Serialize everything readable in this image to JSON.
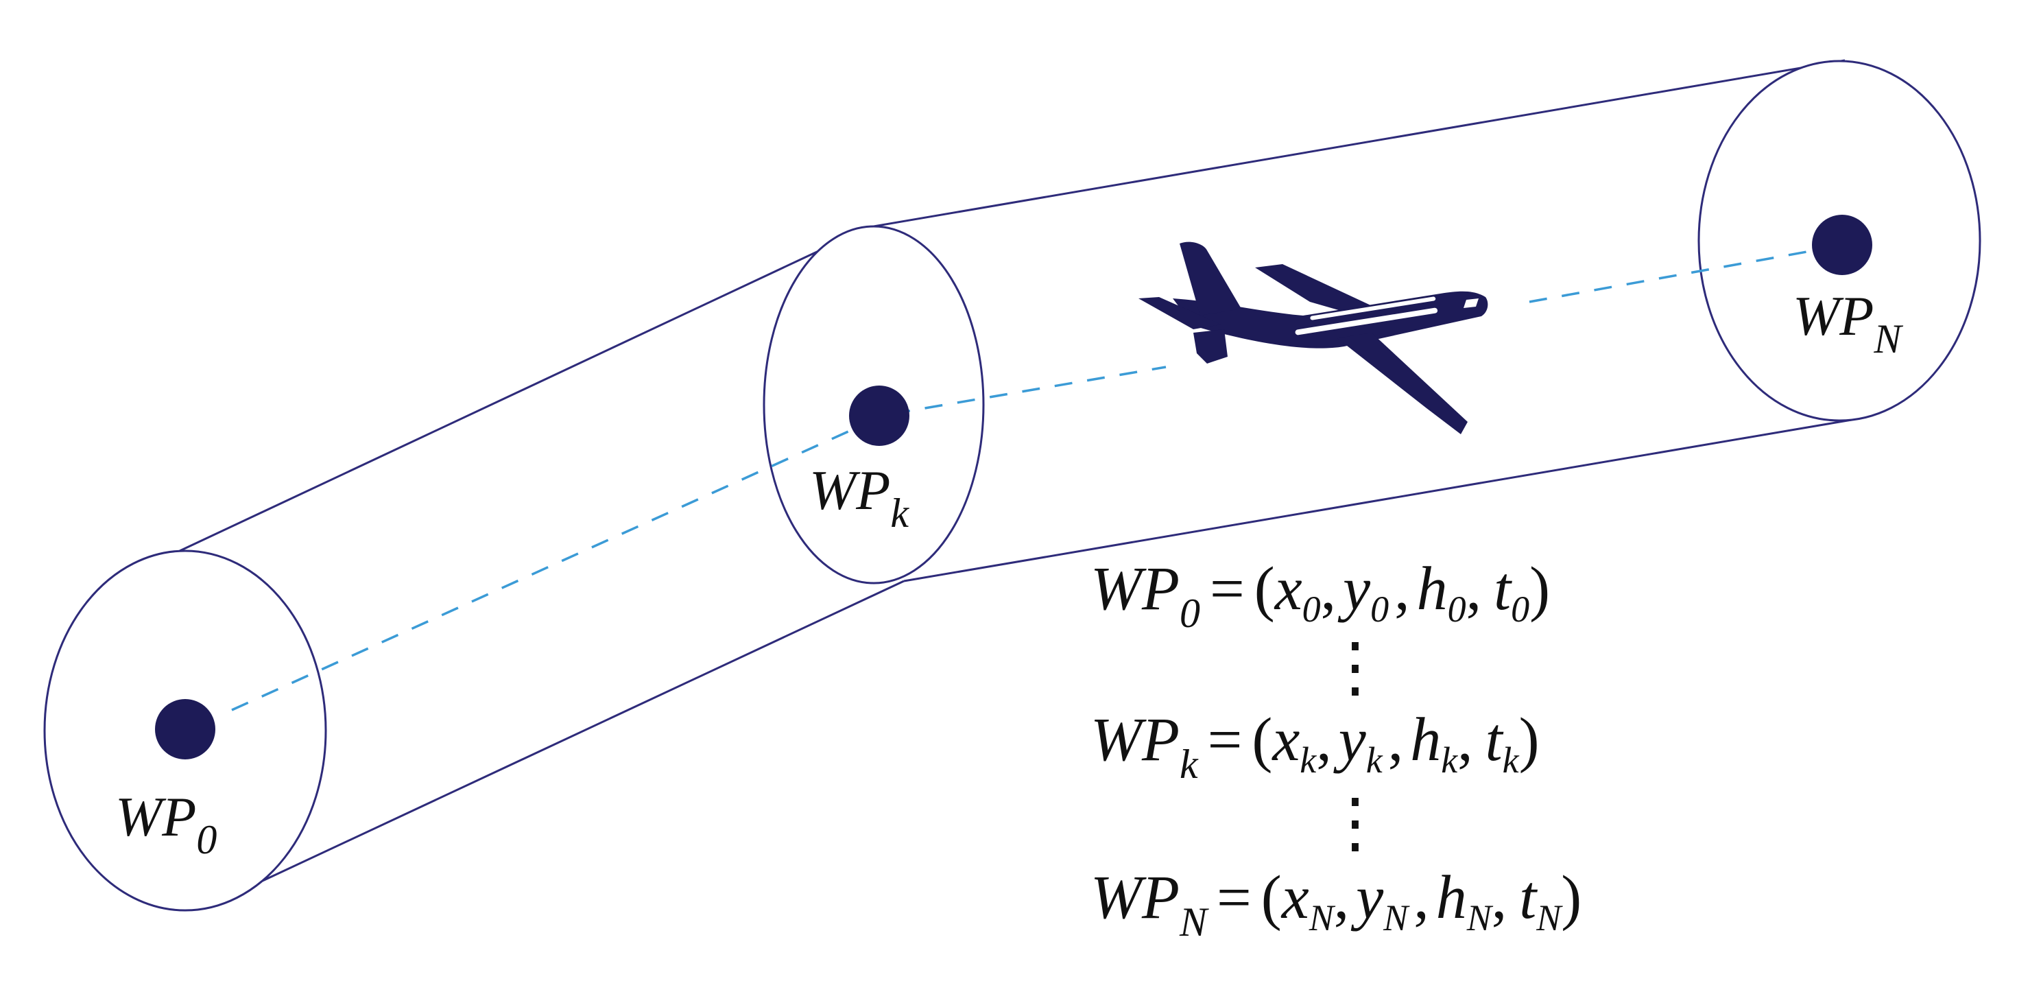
{
  "colors": {
    "tube": "#2e2b7a",
    "path": "#3b9bd6",
    "dot": "#1d1b57",
    "plane": "#1d1b57"
  },
  "waypoints": {
    "start": {
      "prefix": "WP",
      "sub": "0"
    },
    "mid": {
      "prefix": "WP",
      "sub": "k"
    },
    "end": {
      "prefix": "WP",
      "sub": "N"
    }
  },
  "equations": [
    {
      "lhs": "WP",
      "sub": "0",
      "eq": "=",
      "open": "(",
      "x": "x",
      "y": "y",
      "h": "h",
      "t": "t",
      "idx": "0",
      "close": ")"
    },
    {
      "lhs": "WP",
      "sub": "k",
      "eq": "=",
      "open": "(",
      "x": "x",
      "y": "y",
      "h": "h",
      "t": "t",
      "idx": "k",
      "close": ")"
    },
    {
      "lhs": "WP",
      "sub": "N",
      "eq": "=",
      "open": "(",
      "x": "x",
      "y": "y",
      "h": "h",
      "t": "t",
      "idx": "N",
      "close": ")"
    }
  ],
  "vdots": "⋮",
  "icons": {
    "aircraft": "airplane-icon"
  }
}
